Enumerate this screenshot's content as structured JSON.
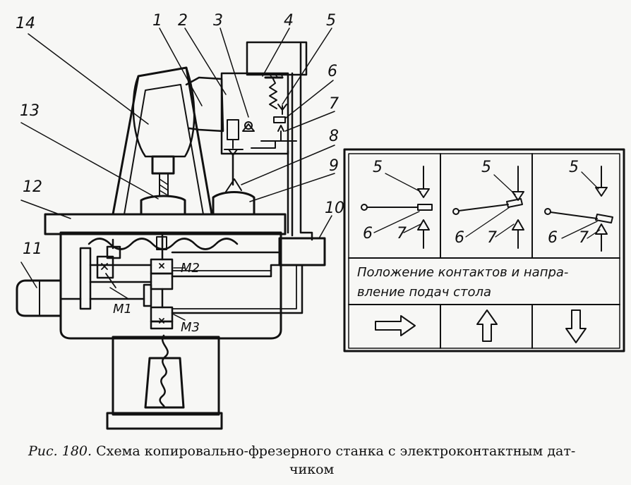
{
  "part_numbers": [
    "1",
    "2",
    "3",
    "4",
    "5",
    "6",
    "7",
    "8",
    "9",
    "10",
    "11",
    "12",
    "13",
    "14"
  ],
  "motor_labels": {
    "m1": "М1",
    "m2": "М2",
    "m3": "М3"
  },
  "inset": {
    "cells": [
      {
        "labels": [
          "5",
          "6",
          "7"
        ]
      },
      {
        "labels": [
          "5",
          "6",
          "7"
        ]
      },
      {
        "labels": [
          "5",
          "6",
          "7"
        ]
      }
    ],
    "text_line1": "Положение контактов и напра-",
    "text_line2": "вление подач стола",
    "arrows": [
      "arrow-right-icon",
      "arrow-up-icon",
      "arrow-down-icon"
    ]
  },
  "caption": {
    "prefix": "Рис. 180.",
    "line1": "Схема копировально-фрезерного станка с электроконтактным дат-",
    "line2": "чиком"
  }
}
